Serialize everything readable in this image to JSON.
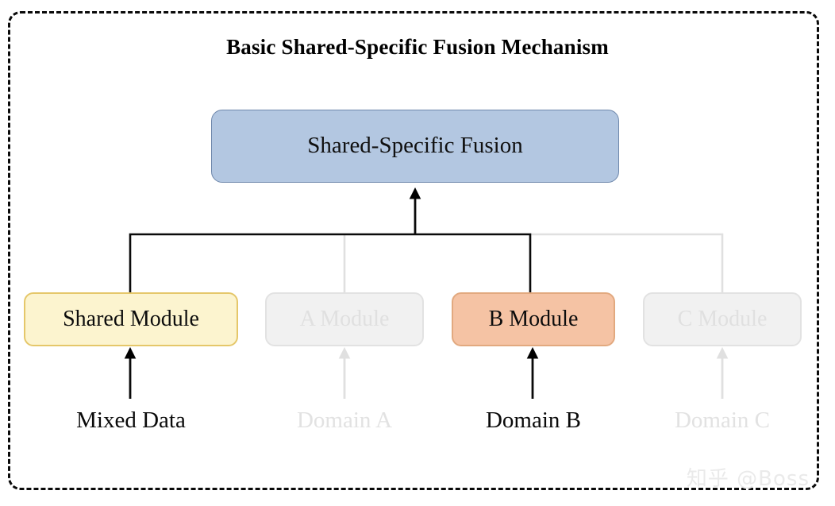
{
  "diagram": {
    "title": "Basic Shared-Specific Fusion Mechanism",
    "type": "block-diagram",
    "frame_style": "dashed-rounded-border",
    "colors": {
      "frame": "#0a0a0a",
      "fusion_fill": "#b3c7e1",
      "fusion_border": "#6e87ab",
      "shared_fill": "#fcf4cf",
      "shared_border": "#e5c76a",
      "b_fill": "#f5c3a4",
      "b_border": "#e2a97f",
      "faded_fill": "#f1f1f1",
      "faded_border": "#e2e2e2",
      "faded_text": "#e0e0e0",
      "active_text": "#0a0a0a",
      "active_wire": "#000000",
      "faded_wire": "#e0e0e0",
      "watermark": "#eaeaea"
    }
  },
  "fusion": {
    "label": "Shared-Specific Fusion",
    "state": "active"
  },
  "modules": [
    {
      "id": "shared",
      "label": "Shared Module",
      "state": "active",
      "fill": "#fcf4cf",
      "border": "#e5c76a"
    },
    {
      "id": "a",
      "label": "A Module",
      "state": "faded",
      "fill": "#f1f1f1",
      "border": "#e2e2e2"
    },
    {
      "id": "b",
      "label": "B Module",
      "state": "active",
      "fill": "#f5c3a4",
      "border": "#e2a97f"
    },
    {
      "id": "c",
      "label": "C Module",
      "state": "faded",
      "fill": "#f1f1f1",
      "border": "#e2e2e2"
    }
  ],
  "inputs": [
    {
      "id": "mixed",
      "label": "Mixed Data",
      "state": "active",
      "feeds": "shared"
    },
    {
      "id": "domain_a",
      "label": "Domain A",
      "state": "faded",
      "feeds": "a"
    },
    {
      "id": "domain_b",
      "label": "Domain B",
      "state": "active",
      "feeds": "b"
    },
    {
      "id": "domain_c",
      "label": "Domain C",
      "state": "faded",
      "feeds": "c"
    }
  ],
  "connections": [
    {
      "from": "shared",
      "to": "fusion",
      "state": "active"
    },
    {
      "from": "a",
      "to": "fusion",
      "state": "faded"
    },
    {
      "from": "b",
      "to": "fusion",
      "state": "active"
    },
    {
      "from": "c",
      "to": "fusion",
      "state": "faded"
    },
    {
      "from": "mixed",
      "to": "shared",
      "state": "active",
      "arrow": "up"
    },
    {
      "from": "domain_a",
      "to": "a",
      "state": "faded",
      "arrow": "up"
    },
    {
      "from": "domain_b",
      "to": "b",
      "state": "active",
      "arrow": "up"
    },
    {
      "from": "domain_c",
      "to": "c",
      "state": "faded",
      "arrow": "up"
    }
  ],
  "watermark": {
    "text": "知乎 @Boss"
  }
}
